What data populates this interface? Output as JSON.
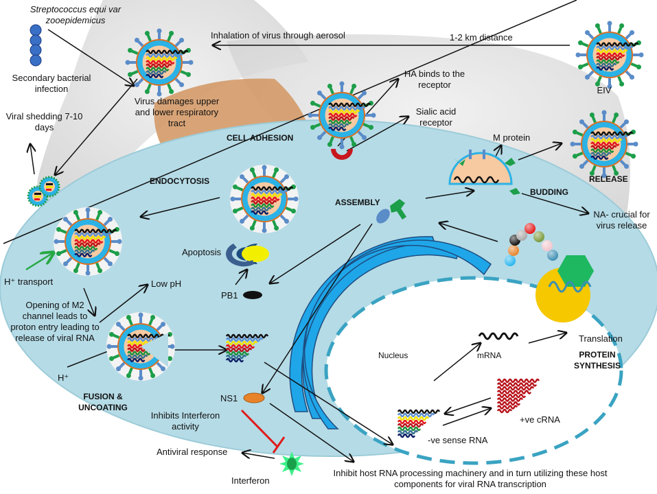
{
  "title": "Equine influenza virus (EIV) infection and replication cycle",
  "colors": {
    "cell": "#b5dbe6",
    "cell_edge": "#9ccbd8",
    "horse_gray": "#d9d9d9",
    "horse_neck": "#d49a68",
    "envelope_blue": "#2bb2e6",
    "envelope_orange": "#d86f23",
    "core": "#f7caa2",
    "ha_green": "#1d9e4a",
    "na_blue": "#5a8cc8",
    "er_blue": "#1fa6e8",
    "nuclear_membrane": "#3aa3c2",
    "inhibit_red": "#e01b1b",
    "arrow_green": "#27a844",
    "rna_segments": [
      "#111111",
      "#5b8fd1",
      "#f2e000",
      "#e4141b",
      "#b8121a",
      "#1b8f3a",
      "#356f8f",
      "#0d1f66"
    ]
  },
  "labels": {
    "bacteria_name_line1": "Streptococcus equi var",
    "bacteria_name_line2": "zooepidemicus",
    "secondary_infection": "Secondary bacterial infection",
    "viral_shedding": "Viral shedding 7-10 days",
    "inhalation": "Inhalation of virus through aerosol",
    "distance": "1-2 km distance",
    "eiv": "EIV",
    "virus_damages": "Virus damages upper and lower respiratory tract",
    "ha_binds": "HA binds to the receptor",
    "sialic_acid": "Sialic acid receptor",
    "cell_adhesion": "CELL ADHESION",
    "m_protein": "M protein",
    "release": "RELEASE",
    "budding": "BUDDING",
    "na_crucial": "NA- crucial for virus release",
    "endocytosis": "ENDOCYTOSIS",
    "assembly": "ASSEMBLY",
    "apoptosis": "Apoptosis",
    "pb1": "PB1",
    "h_transport": "H⁺ transport",
    "low_ph": "Low pH",
    "m2_channel": "Opening of M2 channel leads to proton entry leading to release of viral RNA",
    "h_plus": "H⁺",
    "fusion_uncoating": "FUSION & UNCOATING",
    "ns1": "NS1",
    "inhibits_interferon": "Inhibits Interferon activity",
    "antiviral_response": "Antiviral response",
    "interferon": "Interferon",
    "nucleus": "Nucleus",
    "mrna": "mRNA",
    "translation": "Translation",
    "protein_synthesis": "PROTEIN SYNTHESIS",
    "neg_sense_rna": "-ve sense RNA",
    "pos_crna": "+ve cRNA",
    "inhibit_host": "Inhibit host RNA processing machinery and in turn utilizing these host components for viral RNA transcription"
  },
  "ribosome_bead_colors": [
    "#29b6f0",
    "#e8832a",
    "#111111",
    "#aaaaaa",
    "#e41b1b",
    "#7a9a3a",
    "#f2c6cc",
    "#3f8fb3"
  ],
  "icons": {
    "virus": "virus-particle-icon",
    "bacteria": "bacteria-chain-icon",
    "interferon": "interferon-star-icon",
    "ribosome": "ribosome-icon",
    "er": "endoplasmic-reticulum-icon"
  }
}
